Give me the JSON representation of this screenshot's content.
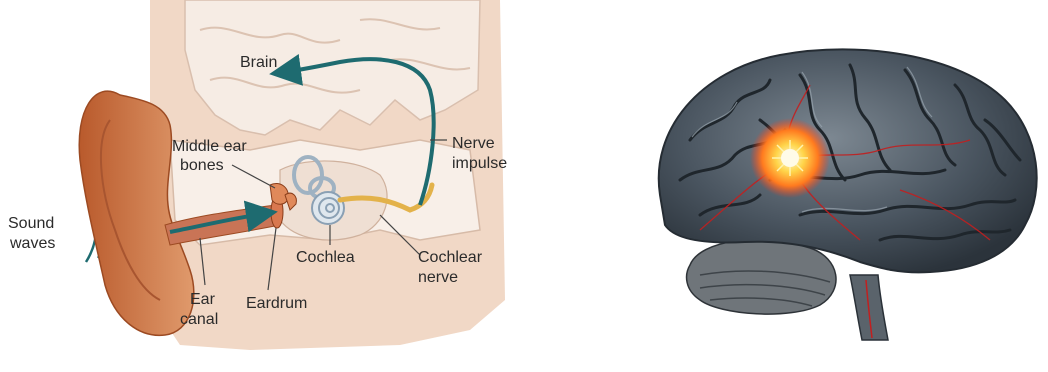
{
  "ear_diagram": {
    "labels": {
      "brain": "Brain",
      "middle_ear_bones": [
        "Middle ear",
        "bones"
      ],
      "nerve_impulse": [
        "Nerve",
        "impulse"
      ],
      "sound_waves": [
        "Sound",
        "waves"
      ],
      "cochlea": "Cochlea",
      "cochlear_nerve": [
        "Cochlear",
        "nerve"
      ],
      "ear_canal": [
        "Ear",
        "canal"
      ],
      "eardrum": "Eardrum"
    },
    "colors": {
      "arrow": "#1e6b70",
      "outer_ear": "#c9703e",
      "brain_tissue": "#f3e6dc",
      "skull": "#f7eee7",
      "nerve": "#e3b24a"
    }
  },
  "brain_illustration": {
    "colors": {
      "cortex": "#4a5560",
      "highlight": "#ff5a1f",
      "glow": "#ffd54a",
      "cerebellum": "#6f757a",
      "vessels": "#c21f1f"
    }
  }
}
